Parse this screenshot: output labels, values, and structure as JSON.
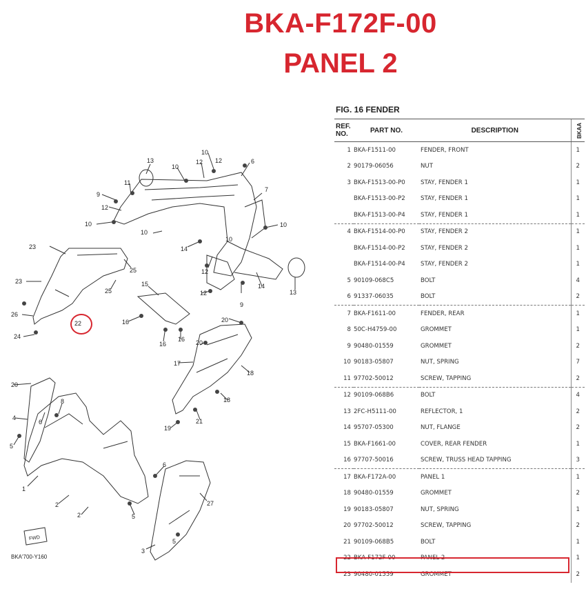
{
  "header": {
    "part_code": "BKA-F172F-00",
    "part_name": "PANEL 2"
  },
  "figure": {
    "title": "FIG. 16  FENDER",
    "code": "BKA'700-Y160",
    "fwd": "FWD"
  },
  "table": {
    "columns": {
      "ref": "REF.\nNO.",
      "part": "PART NO.",
      "desc": "DESCRIPTION",
      "qty": "BKAA"
    },
    "rows": [
      {
        "ref": "1",
        "part": "BKA-F1511-00",
        "desc": "FENDER, FRONT",
        "qty": "1"
      },
      {
        "ref": "2",
        "part": "90179-06056",
        "desc": "NUT",
        "qty": "2"
      },
      {
        "ref": "3",
        "part": "BKA-F1513-00-P0",
        "desc": "STAY, FENDER 1",
        "qty": "1"
      },
      {
        "ref": "",
        "part": "BKA-F1513-00-P2",
        "desc": "STAY, FENDER 1",
        "qty": "1"
      },
      {
        "ref": "",
        "part": "BKA-F1513-00-P4",
        "desc": "STAY, FENDER 1",
        "qty": "1"
      },
      {
        "ref": "4",
        "part": "BKA-F1514-00-P0",
        "desc": "STAY, FENDER 2",
        "qty": "1"
      },
      {
        "ref": "",
        "part": "BKA-F1514-00-P2",
        "desc": "STAY, FENDER 2",
        "qty": "1"
      },
      {
        "ref": "",
        "part": "BKA-F1514-00-P4",
        "desc": "STAY, FENDER 2",
        "qty": "1"
      },
      {
        "ref": "5",
        "part": "90109-068C5",
        "desc": "BOLT",
        "qty": "4"
      },
      {
        "ref": "6",
        "part": "91337-06035",
        "desc": "BOLT",
        "qty": "2"
      },
      {
        "ref": "7",
        "part": "BKA-F1611-00",
        "desc": "FENDER, REAR",
        "qty": "1"
      },
      {
        "ref": "8",
        "part": "50C-H4759-00",
        "desc": "GROMMET",
        "qty": "1"
      },
      {
        "ref": "9",
        "part": "90480-01559",
        "desc": "GROMMET",
        "qty": "2"
      },
      {
        "ref": "10",
        "part": "90183-05807",
        "desc": "NUT, SPRING",
        "qty": "7"
      },
      {
        "ref": "11",
        "part": "97702-50012",
        "desc": "SCREW, TAPPING",
        "qty": "2"
      },
      {
        "ref": "12",
        "part": "90109-068B6",
        "desc": "BOLT",
        "qty": "4"
      },
      {
        "ref": "13",
        "part": "2FC-H5111-00",
        "desc": "REFLECTOR, 1",
        "qty": "2"
      },
      {
        "ref": "14",
        "part": "95707-05300",
        "desc": "NUT, FLANGE",
        "qty": "2"
      },
      {
        "ref": "15",
        "part": "BKA-F1661-00",
        "desc": "COVER, REAR FENDER",
        "qty": "1"
      },
      {
        "ref": "16",
        "part": "97707-50016",
        "desc": "SCREW, TRUSS HEAD TAPPING",
        "qty": "3"
      },
      {
        "ref": "17",
        "part": "BKA-F172A-00",
        "desc": "PANEL 1",
        "qty": "1"
      },
      {
        "ref": "18",
        "part": "90480-01559",
        "desc": "GROMMET",
        "qty": "2"
      },
      {
        "ref": "19",
        "part": "90183-05807",
        "desc": "NUT, SPRING",
        "qty": "1"
      },
      {
        "ref": "20",
        "part": "97702-50012",
        "desc": "SCREW, TAPPING",
        "qty": "2"
      },
      {
        "ref": "21",
        "part": "90109-068B5",
        "desc": "BOLT",
        "qty": "1"
      },
      {
        "ref": "22",
        "part": "BKA-F172F-00",
        "desc": "PANEL 2",
        "qty": "1"
      },
      {
        "ref": "23",
        "part": "90480-01559",
        "desc": "GROMMET",
        "qty": "2"
      }
    ]
  },
  "diagram_labels": [
    {
      "id": "13",
      "t": "13"
    },
    {
      "id": "10a",
      "t": "10"
    },
    {
      "id": "12a",
      "t": "12"
    },
    {
      "id": "10b",
      "t": "10"
    },
    {
      "id": "6a",
      "t": "6"
    },
    {
      "id": "12b",
      "t": "12"
    },
    {
      "id": "7",
      "t": "7"
    },
    {
      "id": "11",
      "t": "11"
    },
    {
      "id": "9",
      "t": "9"
    },
    {
      "id": "12c",
      "t": "12"
    },
    {
      "id": "10c",
      "t": "10"
    },
    {
      "id": "10d",
      "t": "10"
    },
    {
      "id": "10e",
      "t": "10"
    },
    {
      "id": "14a",
      "t": "14"
    },
    {
      "id": "12d",
      "t": "12"
    },
    {
      "id": "10f",
      "t": "10"
    },
    {
      "id": "14b",
      "t": "14"
    },
    {
      "id": "13b",
      "t": "13"
    },
    {
      "id": "23a",
      "t": "23"
    },
    {
      "id": "25a",
      "t": "25"
    },
    {
      "id": "23b",
      "t": "23"
    },
    {
      "id": "25b",
      "t": "25"
    },
    {
      "id": "15",
      "t": "15"
    },
    {
      "id": "12e",
      "t": "12"
    },
    {
      "id": "9b",
      "t": "9"
    },
    {
      "id": "26",
      "t": "26"
    },
    {
      "id": "22",
      "t": "22"
    },
    {
      "id": "16a",
      "t": "16"
    },
    {
      "id": "20a",
      "t": "20"
    },
    {
      "id": "24",
      "t": "24"
    },
    {
      "id": "16b",
      "t": "16"
    },
    {
      "id": "16c",
      "t": "16"
    },
    {
      "id": "8",
      "t": "8"
    },
    {
      "id": "20b",
      "t": "20"
    },
    {
      "id": "17",
      "t": "17"
    },
    {
      "id": "18a",
      "t": "18"
    },
    {
      "id": "20c",
      "t": "20"
    },
    {
      "id": "6b",
      "t": "6"
    },
    {
      "id": "4",
      "t": "4"
    },
    {
      "id": "18b",
      "t": "18"
    },
    {
      "id": "5a",
      "t": "5"
    },
    {
      "id": "21",
      "t": "21"
    },
    {
      "id": "19",
      "t": "19"
    },
    {
      "id": "6c",
      "t": "6"
    },
    {
      "id": "1",
      "t": "1"
    },
    {
      "id": "2a",
      "t": "2"
    },
    {
      "id": "5b",
      "t": "5"
    },
    {
      "id": "27",
      "t": "27"
    },
    {
      "id": "2b",
      "t": "2"
    },
    {
      "id": "5c",
      "t": "5"
    },
    {
      "id": "3",
      "t": "3"
    }
  ]
}
